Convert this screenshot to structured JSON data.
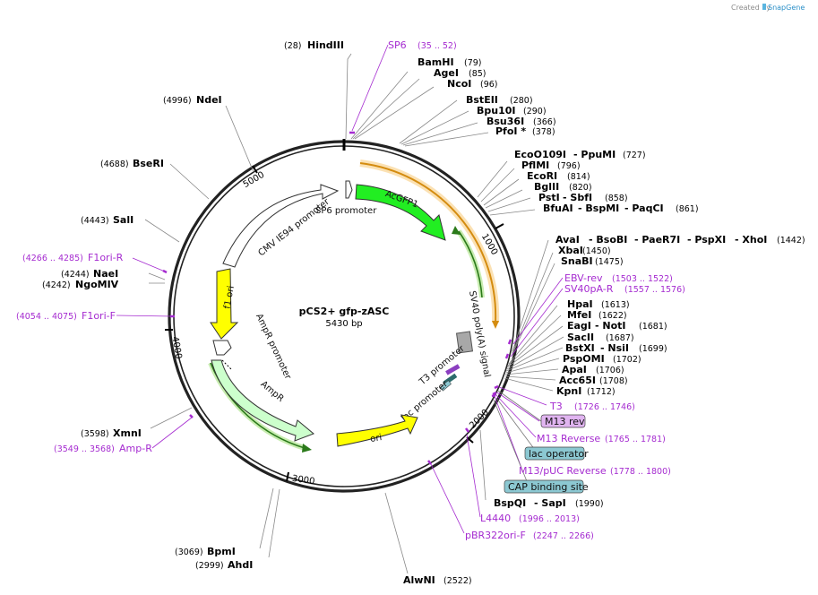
{
  "credit": {
    "text": "Created by",
    "brand": "SnapGene"
  },
  "plasmid": {
    "name": "pCS2+ gfp-zASC",
    "length": "5430 bp"
  },
  "ticks": [
    "1000",
    "2000",
    "3000",
    "4000",
    "5000"
  ],
  "features": {
    "acgfp1": "AcGFP1",
    "sv40": "SV40 poly(A) signal",
    "t3": "T3 promoter",
    "lac": "lac promoter",
    "ori": "ori",
    "ampr": "AmpR",
    "amprp": "AmpR promoter",
    "f1ori": "f1 ori",
    "cmv": "CMV IE94 promoter",
    "sp6": "SP6 promoter"
  },
  "sites": {
    "hindiii": {
      "name": "HindIII",
      "pos": "(28)"
    },
    "bamhi": {
      "name": "BamHI",
      "pos": "(79)"
    },
    "agei": {
      "name": "AgeI",
      "pos": "(85)"
    },
    "ncoi": {
      "name": "NcoI",
      "pos": "(96)"
    },
    "bsteii": {
      "name": "BstEII",
      "pos": "(280)"
    },
    "bpu10i": {
      "name": "Bpu10I",
      "pos": "(290)"
    },
    "bsu36i": {
      "name": "Bsu36I",
      "pos": "(366)"
    },
    "pfoi": {
      "name": "PfoI *",
      "pos": "(378)"
    },
    "ecoo109i": {
      "name": "EcoO109I",
      "name2": "- PpuMI",
      "pos": "(727)"
    },
    "pflmi": {
      "name": "PflMI",
      "pos": "(796)"
    },
    "ecori": {
      "name": "EcoRI",
      "pos": "(814)"
    },
    "bglii": {
      "name": "BglII",
      "pos": "(820)"
    },
    "psti": {
      "name": "PstI",
      "name2": "- SbfI",
      "pos": "(858)"
    },
    "bfuai": {
      "name": "BfuAI",
      "name2": "- BspMI",
      "name3": "- PaqCI",
      "pos": "(861)"
    },
    "avai": {
      "name": "AvaI",
      "name2": "- BsoBI",
      "name3": "- PaeR7I",
      "name4": "- PspXI",
      "name5": "- XhoI",
      "pos": "(1442)"
    },
    "xbai": {
      "name": "XbaI",
      "pos": "(1450)"
    },
    "snabi": {
      "name": "SnaBI",
      "pos": "(1475)"
    },
    "hpai": {
      "name": "HpaI",
      "pos": "(1613)"
    },
    "mfei": {
      "name": "MfeI",
      "pos": "(1622)"
    },
    "eagi": {
      "name": "EagI",
      "name2": "- NotI",
      "pos": "(1681)"
    },
    "sacii": {
      "name": "SacII",
      "pos": "(1687)"
    },
    "bstxi": {
      "name": "BstXI",
      "name2": "- NsiI",
      "pos": "(1699)"
    },
    "pspomi": {
      "name": "PspOMI",
      "pos": "(1702)"
    },
    "apai": {
      "name": "ApaI",
      "pos": "(1706)"
    },
    "acc65i": {
      "name": "Acc65I",
      "pos": "(1708)"
    },
    "kpni": {
      "name": "KpnI",
      "pos": "(1712)"
    },
    "bspqi": {
      "name": "BspQI",
      "name2": "- SapI",
      "pos": "(1990)"
    },
    "alwni": {
      "name": "AlwNI",
      "pos": "(2522)"
    },
    "ahdi": {
      "name": "AhdI",
      "pos": "(2999)"
    },
    "bpmi": {
      "name": "BpmI",
      "pos": "(3069)"
    },
    "xmni": {
      "name": "XmnI",
      "pos": "(3598)"
    },
    "ngomiv": {
      "name": "NgoMIV",
      "pos": "(4242)"
    },
    "naei": {
      "name": "NaeI",
      "pos": "(4244)"
    },
    "sali": {
      "name": "SalI",
      "pos": "(4443)"
    },
    "bseri": {
      "name": "BseRI",
      "pos": "(4688)"
    },
    "ndei": {
      "name": "NdeI",
      "pos": "(4996)"
    }
  },
  "primers": {
    "sp6": {
      "name": "SP6",
      "pos": "(35 .. 52)"
    },
    "ebvrev": {
      "name": "EBV-rev",
      "pos": "(1503 .. 1522)"
    },
    "sv40par": {
      "name": "SV40pA-R",
      "pos": "(1557 .. 1576)"
    },
    "t3": {
      "name": "T3",
      "pos": "(1726 .. 1746)"
    },
    "m13rev": {
      "name": "M13 rev"
    },
    "m13reverse": {
      "name": "M13 Reverse",
      "pos": "(1765 .. 1781)"
    },
    "lacop": {
      "name": "lac operator"
    },
    "m13puc": {
      "name": "M13/pUC Reverse",
      "pos": "(1778 .. 1800)"
    },
    "cap": {
      "name": "CAP binding site"
    },
    "l4440": {
      "name": "L4440",
      "pos": "(1996 .. 2013)"
    },
    "pbr322": {
      "name": "pBR322ori-F",
      "pos": "(2247 .. 2266)"
    },
    "ampr": {
      "name": "Amp-R",
      "pos": "(3549 .. 3568)"
    },
    "f1orif": {
      "name": "F1ori-F",
      "pos": "(4054 .. 4075)"
    },
    "f1orir": {
      "name": "F1ori-R",
      "pos": "(4266 .. 4285)"
    }
  },
  "colors": {
    "acgfp1": "#22ee22",
    "orf": "#f3a825",
    "orf_inner": "#c8ecb0",
    "ori": "#ffff00",
    "ampr": "#ccffcc",
    "primer": "#a52bd0",
    "lacop": "#8cc8d2",
    "m13rev_bg": "#e0b4f0"
  }
}
